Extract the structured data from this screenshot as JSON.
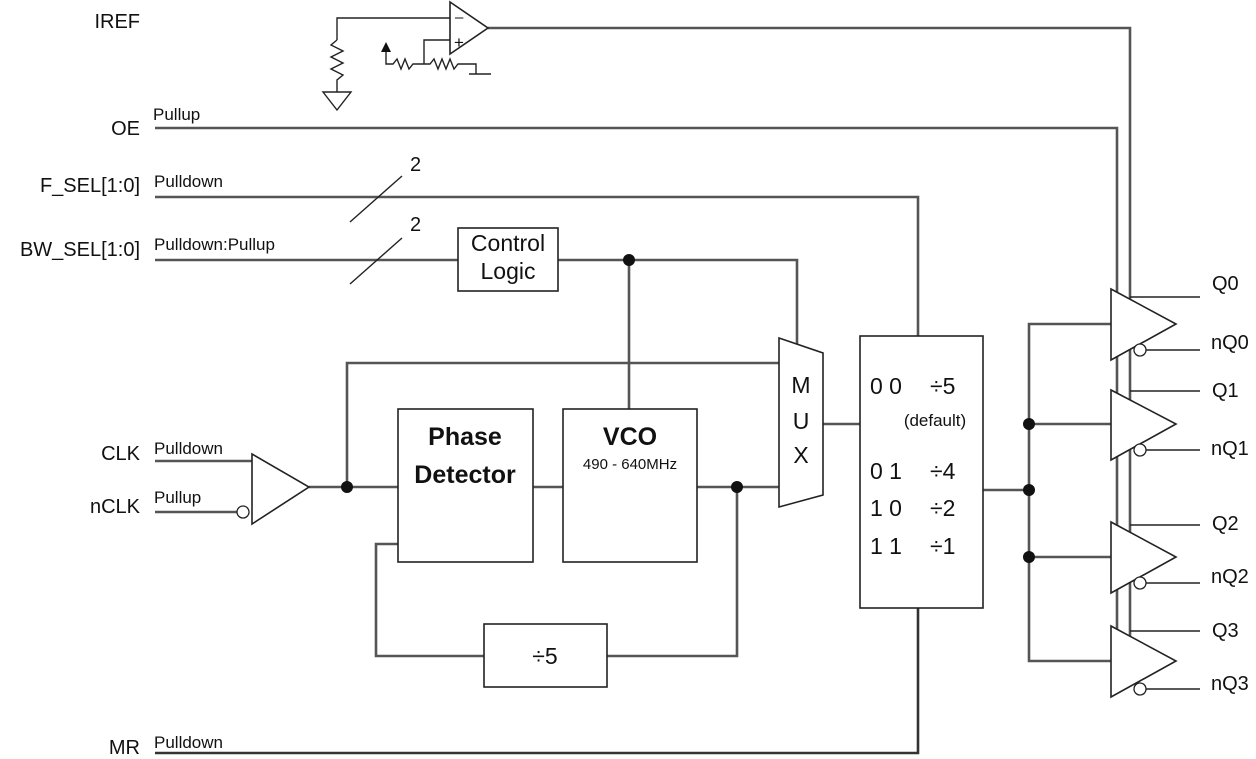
{
  "inputs": {
    "iref": "IREF",
    "oe": {
      "name": "OE",
      "pull": "Pullup"
    },
    "fsel": {
      "name": "F_SEL[1:0]",
      "pull": "Pulldown",
      "width": "2"
    },
    "bwsel": {
      "name": "BW_SEL[1:0]",
      "pull": "Pulldown:Pullup",
      "width": "2"
    },
    "clk": {
      "name": "CLK",
      "pull": "Pulldown"
    },
    "nclk": {
      "name": "nCLK",
      "pull": "Pullup"
    },
    "mr": {
      "name": "MR",
      "pull": "Pulldown"
    }
  },
  "blocks": {
    "control_logic": {
      "line1": "Control",
      "line2": "Logic"
    },
    "phase_detector": {
      "line1": "Phase",
      "line2": "Detector"
    },
    "vco": {
      "title": "VCO",
      "range": "490 - 640MHz"
    },
    "mux": {
      "l1": "M",
      "l2": "U",
      "l3": "X"
    },
    "feedback_divider": "÷5",
    "output_divider": {
      "rows": [
        {
          "code": "0 0",
          "div": "÷5"
        },
        {
          "code": "0 1",
          "div": "÷4"
        },
        {
          "code": "1 0",
          "div": "÷2"
        },
        {
          "code": "1 1",
          "div": "÷1"
        }
      ],
      "default_note": "(default)"
    }
  },
  "opamp": {
    "minus": "–",
    "plus": "+"
  },
  "outputs": [
    "Q0",
    "nQ0",
    "Q1",
    "nQ1",
    "Q2",
    "nQ2",
    "Q3",
    "nQ3"
  ]
}
